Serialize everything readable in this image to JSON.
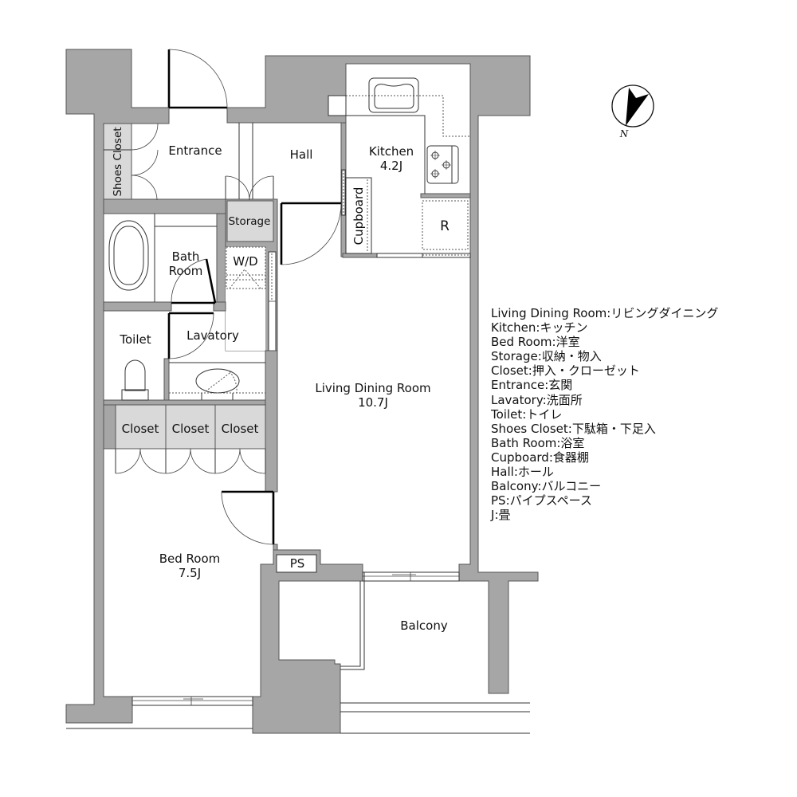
{
  "colors": {
    "wall": "#a6a6a6",
    "fixture": "#d9d9d9"
  },
  "compass": {
    "label": "N"
  },
  "rooms": {
    "entrance": {
      "label": "Entrance"
    },
    "hall": {
      "label": "Hall"
    },
    "kitchen": {
      "label": "Kitchen",
      "area": "4.2J"
    },
    "cupboard": {
      "label": "Cupboard"
    },
    "refrigerator": {
      "label": "R"
    },
    "storage": {
      "label": "Storage"
    },
    "washer_dryer": {
      "label": "W/D"
    },
    "shoes_closet": {
      "label": "Shoes Closet"
    },
    "bath_room": {
      "label_line1": "Bath",
      "label_line2": "Room"
    },
    "toilet": {
      "label": "Toilet"
    },
    "lavatory": {
      "label": "Lavatory"
    },
    "closets": [
      {
        "label": "Closet"
      },
      {
        "label": "Closet"
      },
      {
        "label": "Closet"
      }
    ],
    "living_dining_room": {
      "label": "Living Dining Room",
      "area": "10.7J"
    },
    "bed_room": {
      "label": "Bed Room",
      "area": "7.5J"
    },
    "pipe_space": {
      "label": "PS"
    },
    "balcony": {
      "label": "Balcony"
    }
  },
  "legend": {
    "separator": ":",
    "items": [
      {
        "term": "Living Dining Room",
        "translation": "リビングダイニング"
      },
      {
        "term": "Kitchen",
        "translation": "キッチン"
      },
      {
        "term": "Bed Room",
        "translation": "洋室"
      },
      {
        "term": "Storage",
        "translation": "収納・物入"
      },
      {
        "term": "Closet",
        "translation": "押入・クローゼット"
      },
      {
        "term": "Entrance",
        "translation": "玄関"
      },
      {
        "term": "Lavatory",
        "translation": "洗面所"
      },
      {
        "term": "Toilet",
        "translation": "トイレ"
      },
      {
        "term": "Shoes Closet",
        "translation": "下駄箱・下足入"
      },
      {
        "term": "Bath Room",
        "translation": "浴室"
      },
      {
        "term": "Cupboard",
        "translation": "食器棚"
      },
      {
        "term": "Hall",
        "translation": "ホール"
      },
      {
        "term": "Balcony",
        "translation": "バルコニー"
      },
      {
        "term": "PS",
        "translation": "パイプスペース"
      },
      {
        "term": "J",
        "translation": "畳"
      }
    ]
  }
}
